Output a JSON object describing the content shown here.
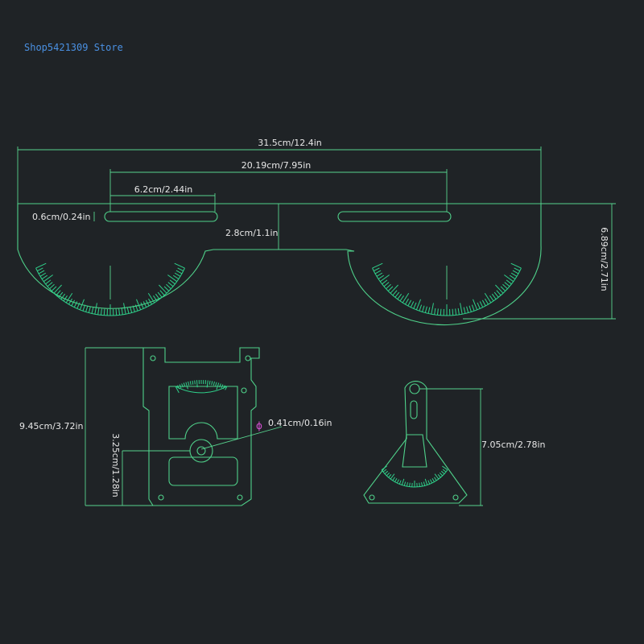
{
  "header": {
    "store_name": "Shop5421309 Store"
  },
  "colors": {
    "background": "#1f2326",
    "outline": "#4fd18a",
    "scale": "#2fd08a",
    "text": "#e8e8e8",
    "store": "#4a90e2",
    "diameter_symbol": "#d24fd0"
  },
  "dimensions": {
    "total_width": "31.5cm/12.4in",
    "slot_spacing": "20.19cm/7.95in",
    "slot_length": "6.2cm/2.44in",
    "slot_width": "0.6cm/0.24in",
    "center_height": "2.8cm/1.1in",
    "total_height": "6.89cm/2.71in",
    "frame_height": "9.45cm/3.72in",
    "hole_height": "3.25cm/1.28in",
    "hole_diameter": "0.41cm/0.16in",
    "protractor_height": "7.05cm/2.78in"
  },
  "symbols": {
    "diameter": "ϕ"
  }
}
